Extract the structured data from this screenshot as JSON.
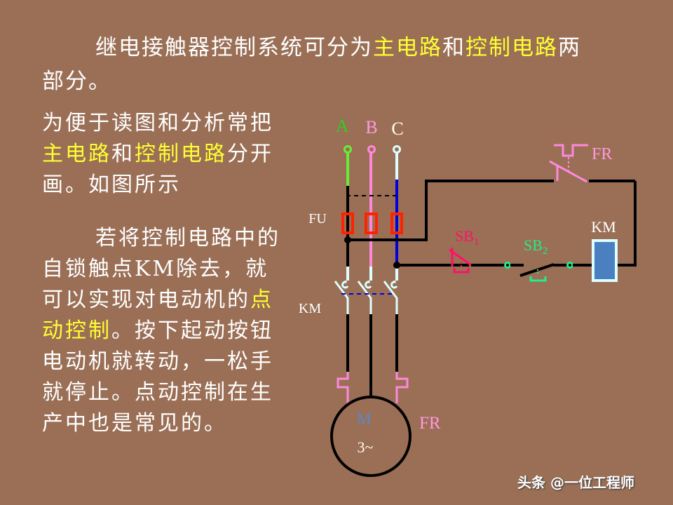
{
  "title": {
    "part1": "继电接触器控制系统可分为",
    "hl1": "主电路",
    "part2": "和",
    "hl2": "控制电路",
    "part3": "两部分。"
  },
  "paragraph1": {
    "part1": "为便于读图和分析常把",
    "hl1": "主电路",
    "part2": "和",
    "hl2": "控制电路",
    "part3": "分开画。如图所示"
  },
  "paragraph2": {
    "part1": "若将控制电路中的自锁触点KM除去，就可以实现对电动机的",
    "hl1": "点动控制",
    "part2": "。按下起动按钮电动机就转动，一松手就停止。点动控制在生产中也是常见的。"
  },
  "circuit": {
    "phase_labels": [
      "A",
      "B",
      "C"
    ],
    "fuse_label": "FU",
    "contactor_label": "KM",
    "motor_label": "M",
    "motor_type": "3~",
    "overload_label_main": "FR",
    "overload_label_control": "FR",
    "stop_button_label": "SB",
    "stop_button_sub": "1",
    "start_button_label": "SB",
    "start_button_sub": "2",
    "coil_label": "KM",
    "colors": {
      "phase_a": "#66ee33",
      "phase_b": "#ff88dd",
      "phase_c": "#ddffff",
      "blue_wire": "#0000dd",
      "fuse": "#ff2200",
      "stop_button": "#ff1166",
      "start_button": "#22ee88",
      "coil_fill": "#4a7fc0",
      "coil_border": "#ddffff"
    }
  },
  "watermark": "头条 @一位工程师"
}
